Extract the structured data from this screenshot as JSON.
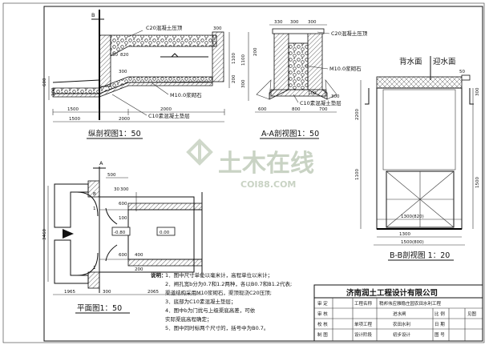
{
  "sections": {
    "longitudinal": {
      "title": "纵剖视图1：50",
      "label_cap": "C20混凝土压顶",
      "label_stone": "M10.0浆砌石",
      "label_base": "C10素混凝土垫层",
      "mark_b": "B",
      "dims": [
        "1500",
        "2000",
        "1500",
        "2000",
        "600",
        "1100",
        "300",
        "30",
        "820",
        "300",
        "200",
        "200"
      ]
    },
    "section_aa": {
      "title": "A-A剖视图1：50",
      "label_cap": "C20混凝土压顶",
      "label_stone": "M10.0浆砌石",
      "label_base": "C10素混凝土垫层",
      "dims": [
        "1100",
        "300",
        "330",
        "300",
        "600",
        "700",
        "200",
        "300",
        "800",
        "100",
        "300"
      ]
    },
    "section_bb": {
      "title": "B-B剖视图 1：20",
      "back_face": "背水面",
      "upstream_face": "迎水面",
      "dims": [
        "1300",
        "1500(800)",
        "1300(820)",
        "1500",
        "1100",
        "2200",
        "300",
        "50"
      ]
    },
    "plan": {
      "title": "平面图1：50",
      "mark_a": "A",
      "marks_b": [
        "B",
        "1",
        "1"
      ],
      "levels": [
        "-0.80",
        "0.00"
      ],
      "dims": [
        "1965",
        "300",
        "2065",
        "500",
        "3460",
        "600",
        "100",
        "600",
        "30",
        "300",
        "400",
        "200"
      ]
    }
  },
  "notes": {
    "heading": "说明：",
    "items": [
      "1．图中尺寸单位以毫米计，高程单位以米计；",
      "2．闸孔宽b分为0.7和1.2两种，各以B0.7和B1.2代表;",
      "   渠道结构采用M10浆砌石，渠顶现浇C20压顶;",
      "3．底部为C10素混凝土垫层；",
      "4．图中b为门扰与上级渠底高差，可依",
      "   实际渠底高程确定；",
      "5．图中同时标两个尺寸的，括号中为B0.7。"
    ]
  },
  "title_block": {
    "company": "济南润土工程设计有限公司",
    "rows": [
      [
        "审 定",
        "",
        "工程名称",
        "稍邦伟应雅稳庄园农田水利工程",
        "",
        ""
      ],
      [
        "审 核",
        "",
        "",
        "进水闸",
        "比 例",
        "见图"
      ],
      [
        "校 核",
        "",
        "单项工程",
        "农田水利",
        "日 期",
        ""
      ],
      [
        "制 图",
        "",
        "设计阶段",
        "初步设计",
        "图 号",
        ""
      ]
    ]
  },
  "watermark": {
    "brand": "土木在线",
    "url": "COI88.COM"
  }
}
